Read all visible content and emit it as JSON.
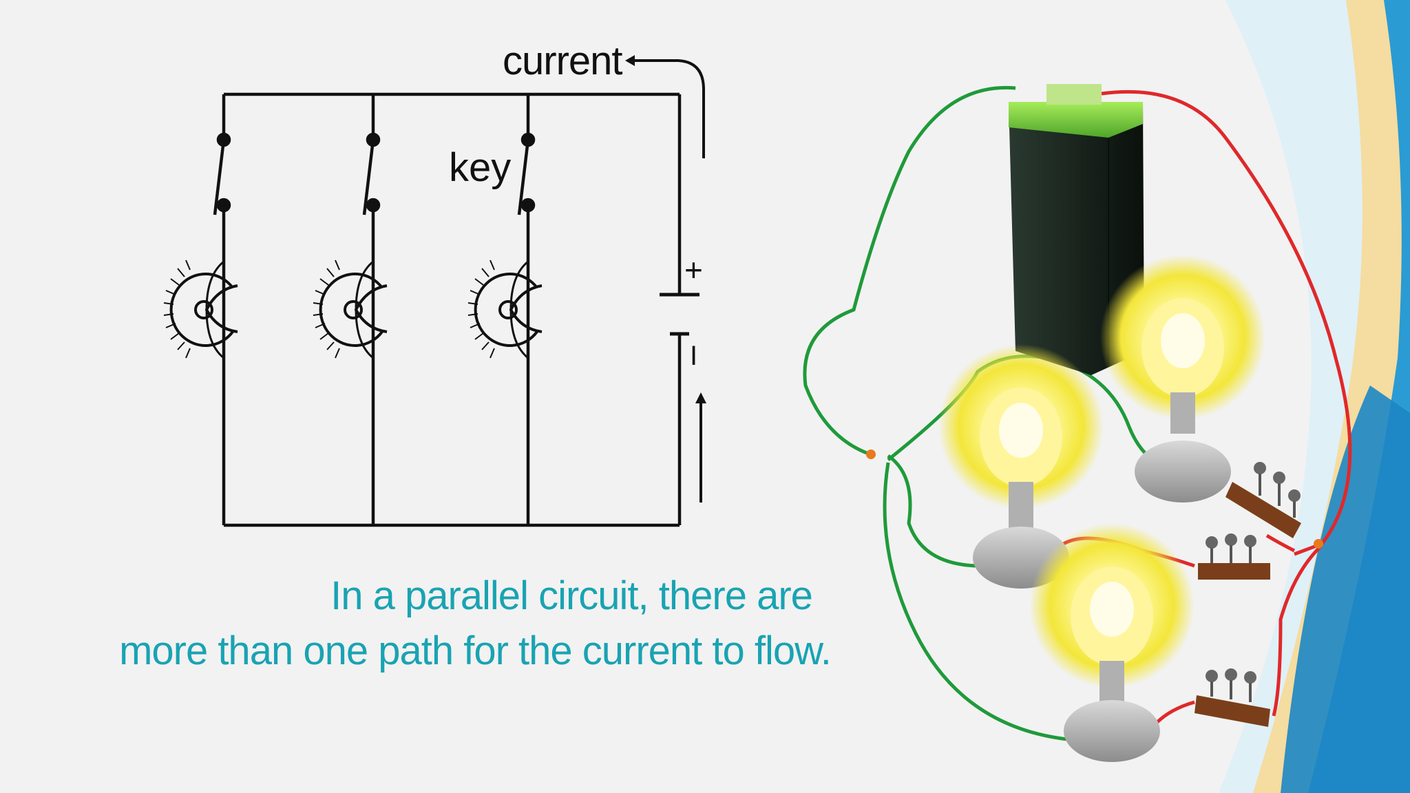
{
  "schematic": {
    "current_label": "current",
    "key_label": "key",
    "plus_label": "+",
    "minus_label": "I"
  },
  "caption": {
    "line1": "In a parallel circuit, there are",
    "line2": "more than one path for the current to flow."
  },
  "colors": {
    "background": "#f2f2f2",
    "caption": "#19a3b3",
    "wire_green": "#1f9a3a",
    "wire_red": "#e0282a",
    "battery_top": "#7ed23a",
    "battery_body": "#1c2a22",
    "bulb_glow": "#fff176",
    "key_wood": "#7a3f1a"
  },
  "icons": [
    "bulb-symbol-icon",
    "switch-key-icon",
    "cell-symbol-icon",
    "battery-icon",
    "light-bulb-icon",
    "plug-key-icon"
  ]
}
